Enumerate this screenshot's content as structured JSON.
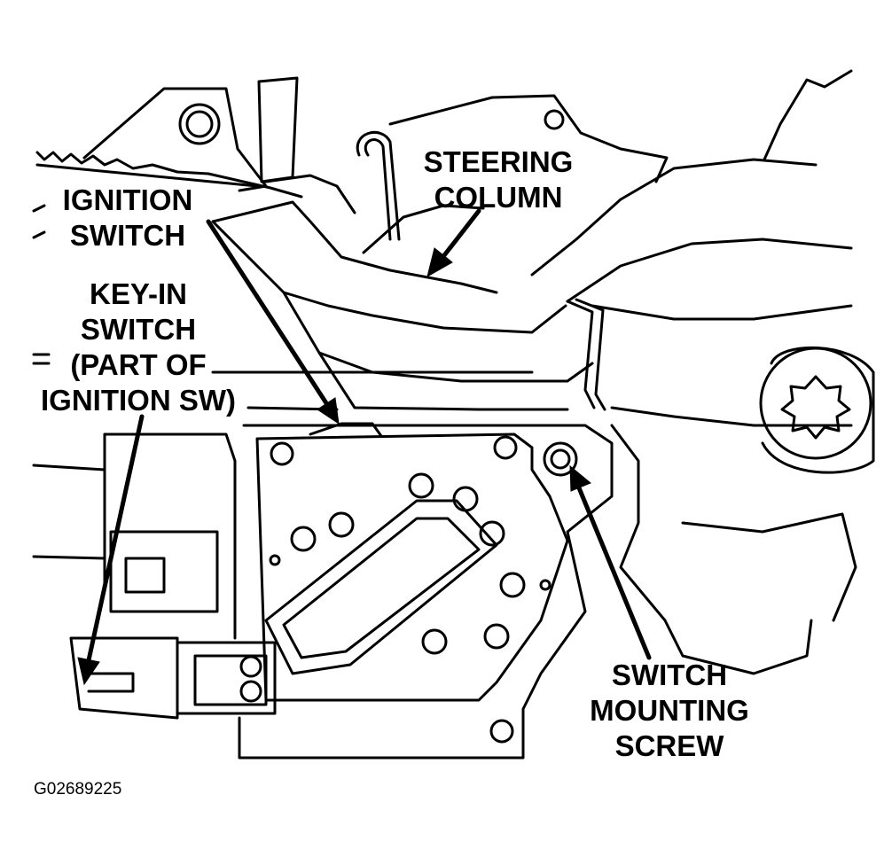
{
  "labels": {
    "steering_column": [
      "STEERING",
      "COLUMN"
    ],
    "ignition_switch": [
      "IGNITION",
      "SWITCH"
    ],
    "key_in_switch": [
      "KEY-IN",
      "SWITCH",
      "(PART OF",
      "IGNITION SW)"
    ],
    "switch_mounting_screw": [
      "SWITCH",
      "MOUNTING",
      "SCREW"
    ]
  },
  "figure_code": "G02689225",
  "colors": {
    "ink": "#000000",
    "paper": "#ffffff"
  }
}
